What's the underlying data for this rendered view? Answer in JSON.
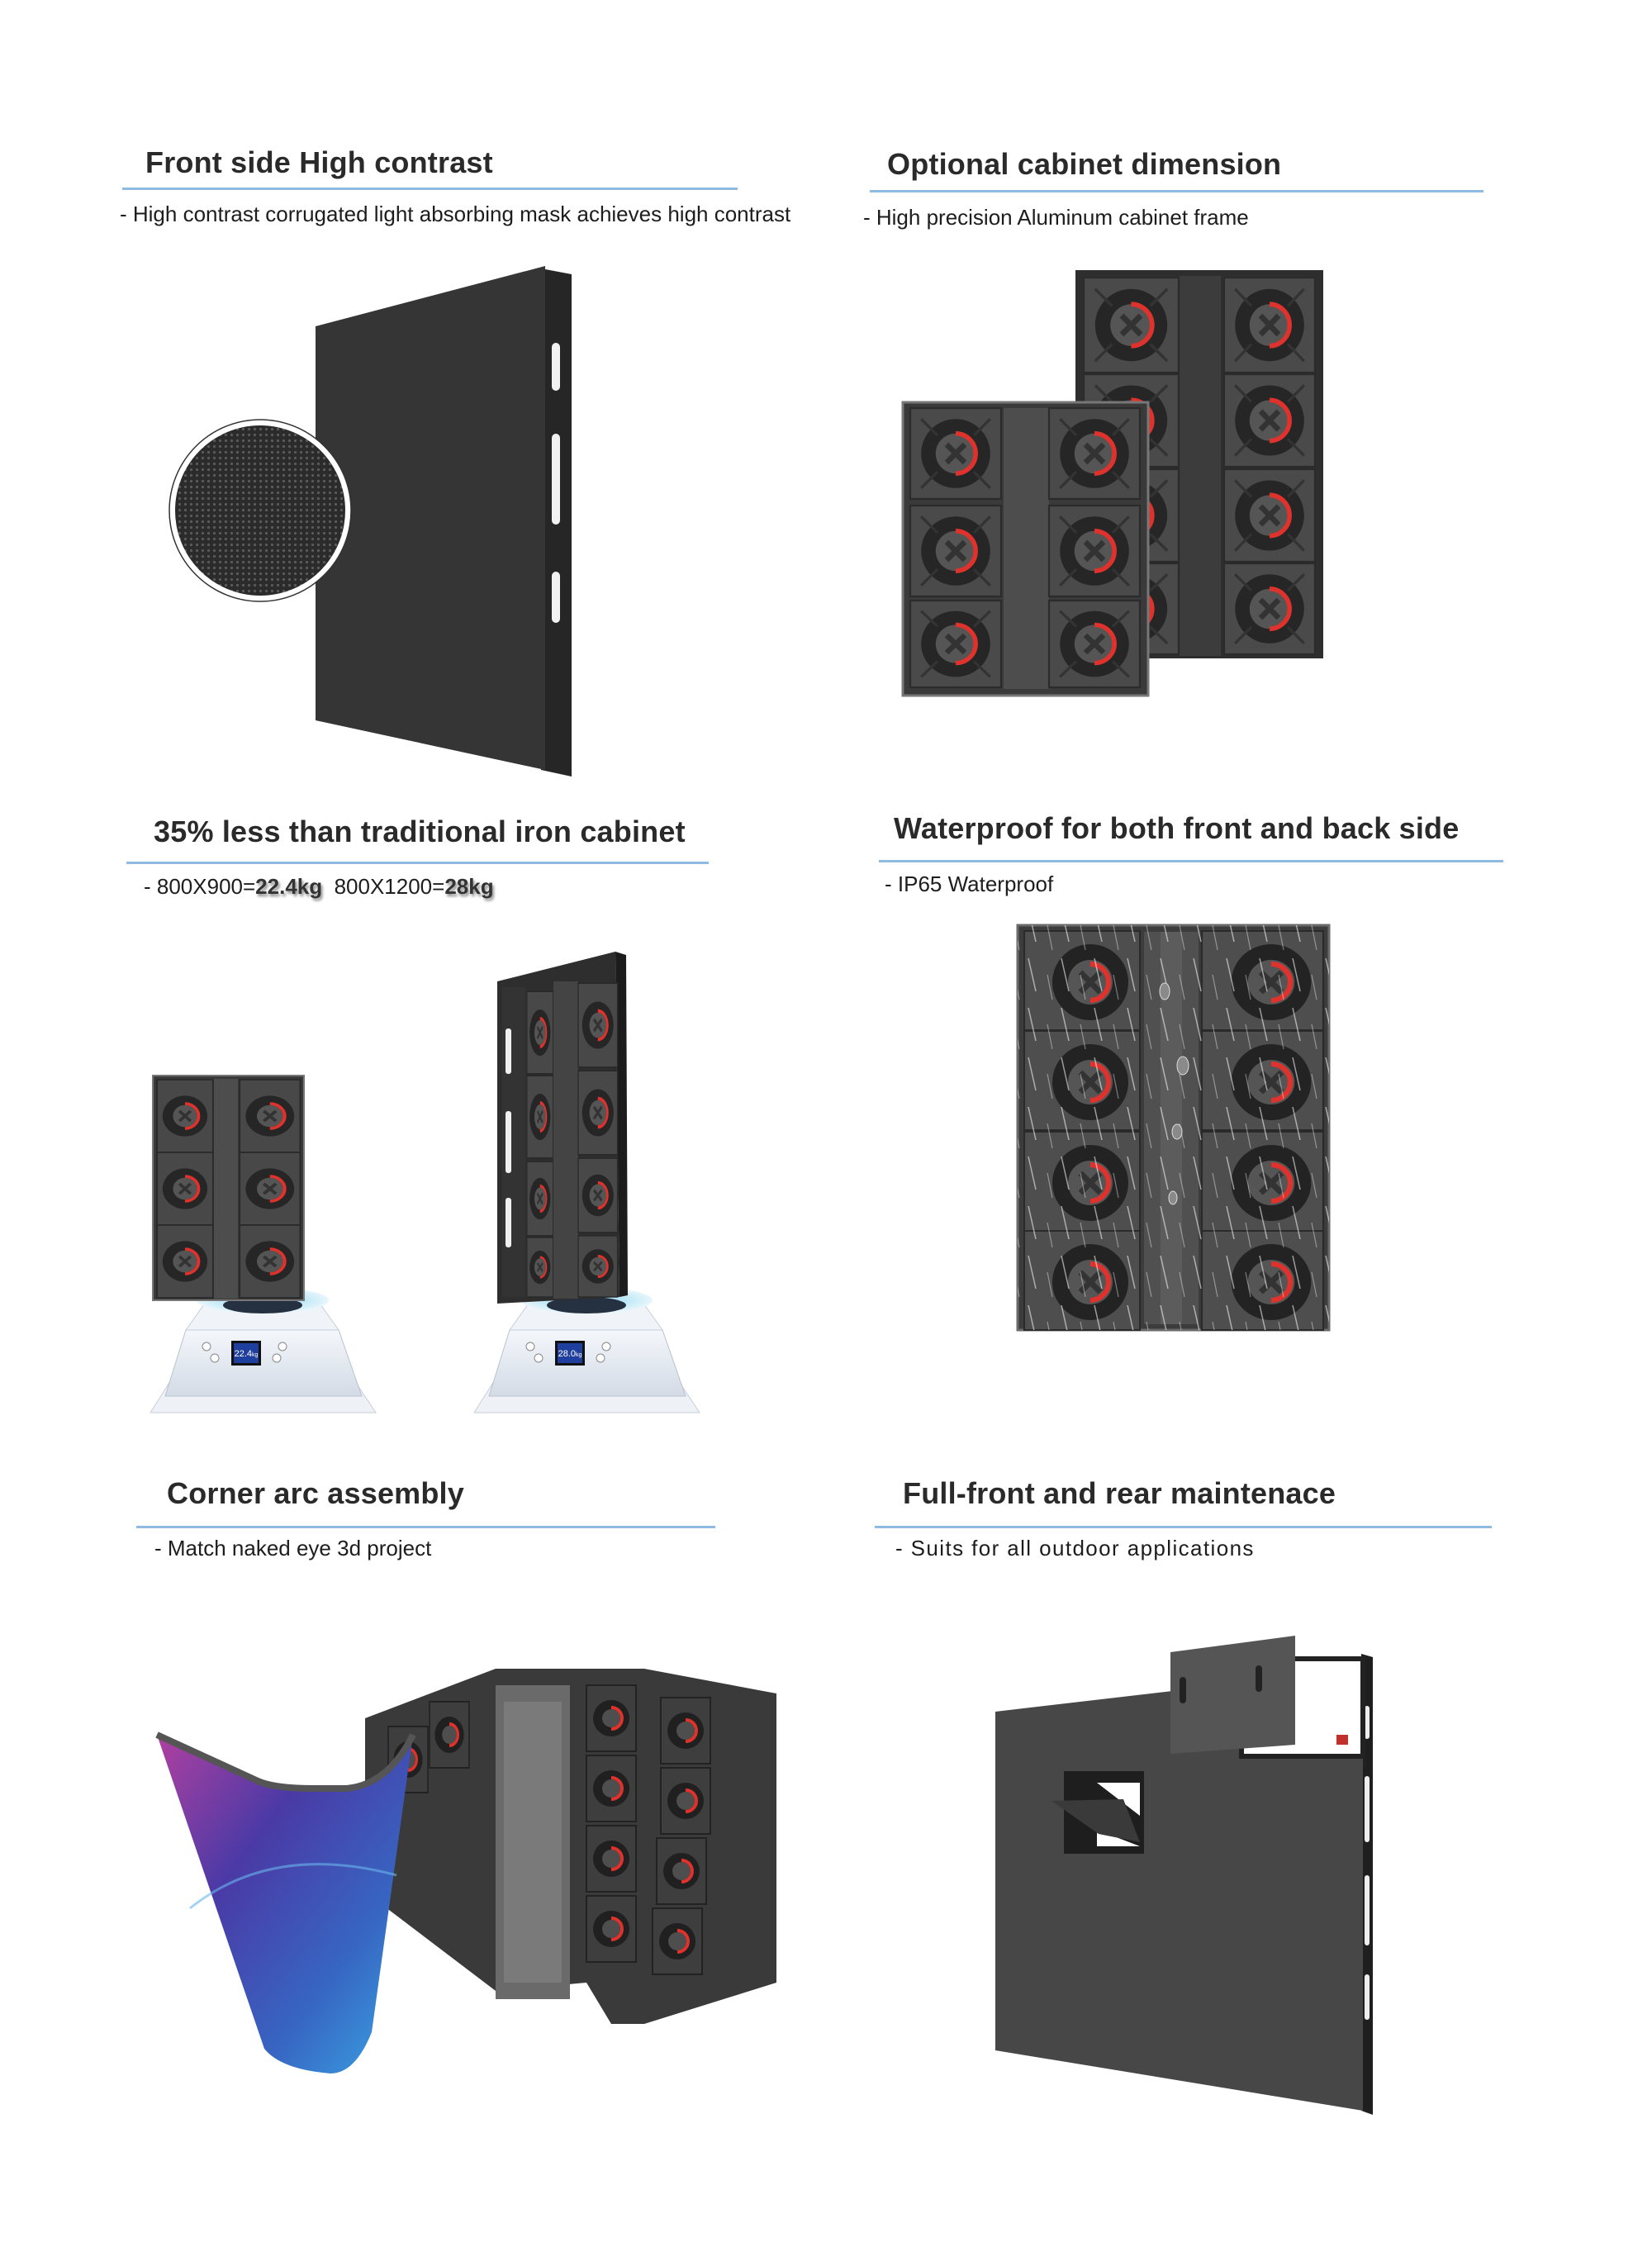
{
  "sections": [
    {
      "id": "front-side",
      "title": "Front side High contrast",
      "subtitle": "- High contrast corrugated light absorbing mask achieves high contrast",
      "image": "LED cabinet front with magnified pixel mask inset"
    },
    {
      "id": "cabinet-dimension",
      "title": "Optional cabinet dimension",
      "subtitle": "- High precision Aluminum cabinet frame",
      "image": "Two aluminum cabinets (rear view) of different sizes"
    },
    {
      "id": "weight",
      "title": "35% less than traditional iron cabinet",
      "subtitle_parts": [
        {
          "text": "- 800X900=",
          "emphasis": false
        },
        {
          "text": "22.4kg",
          "emphasis": true
        },
        {
          "text": "  800X1200=",
          "emphasis": false
        },
        {
          "text": "28kg",
          "emphasis": true
        }
      ],
      "scales": [
        {
          "display": "22.4",
          "unit": "kg",
          "cabinet": "800X900"
        },
        {
          "display": "28.0",
          "unit": "kg",
          "cabinet": "800X1200"
        }
      ]
    },
    {
      "id": "waterproof",
      "title": "Waterproof for both front and back side",
      "subtitle": "- IP65 Waterproof",
      "image": "Cabinet rear under rain with water droplets"
    },
    {
      "id": "corner-arc",
      "title": "Corner arc assembly",
      "subtitle": "- Match naked eye 3d project",
      "image": "Curved corner cabinet with colorful display"
    },
    {
      "id": "maintenance",
      "title": "Full-front and rear maintenace",
      "subtitle": "- Suits for all outdoor applications",
      "image": "Cabinet with module removed from front"
    }
  ],
  "colors": {
    "rule": "#8fbbe3",
    "cabinet_dark": "#3b3b3b",
    "accent_red": "#e0322c",
    "scale_display": "#1f3f9e"
  }
}
